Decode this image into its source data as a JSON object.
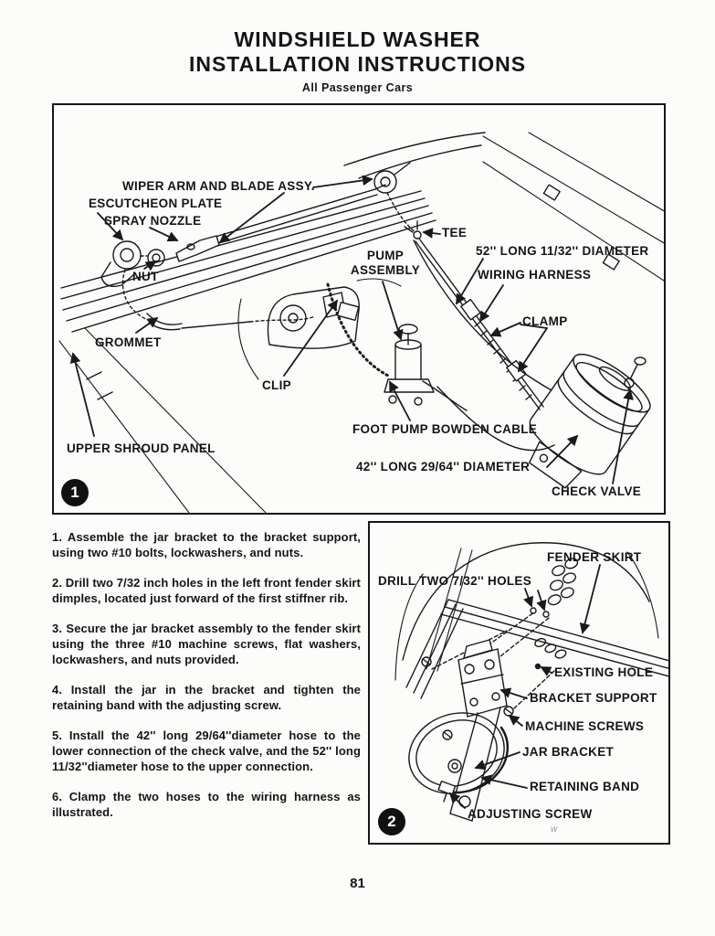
{
  "page": {
    "title1": "WINDSHIELD WASHER",
    "title2": "INSTALLATION INSTRUCTIONS",
    "subtitle": "All Passenger Cars",
    "number": "81"
  },
  "fig1": {
    "badge": "1",
    "labels": {
      "wiper": "WIPER ARM AND BLADE ASSY.",
      "escutcheon": "ESCUTCHEON PLATE",
      "spray_nozzle": "SPRAY NOZZLE",
      "nut": "NUT",
      "tee": "TEE",
      "pump_assembly": "PUMP\nASSEMBLY",
      "hose52": "52'' LONG 11/32'' DIAMETER",
      "wiring_harness": "WIRING HARNESS",
      "clamp": "CLAMP",
      "grommet": "GROMMET",
      "clip": "CLIP",
      "foot_pump": "FOOT PUMP BOWDEN CABLE",
      "hose42": "42'' LONG 29/64'' DIAMETER",
      "check_valve": "CHECK VALVE",
      "upper_shroud": "UPPER SHROUD PANEL"
    }
  },
  "instructions": [
    "1. Assemble the jar bracket to the bracket support, using two #10 bolts, lockwashers, and nuts.",
    "2. Drill two 7/32 inch holes in the left front fender skirt dimples, located just forward of the first stiffner rib.",
    "3. Secure the jar bracket assembly to the fender skirt using the three #10 machine screws, flat washers, lockwashers, and nuts provided.",
    "4. Install the jar in the bracket and tighten the retaining band with the adjusting screw.",
    "5. Install the 42'' long 29/64''diameter hose to the lower connection of the check valve, and the 52'' long 11/32''diameter hose to the upper connection.",
    "6. Clamp the two hoses to the wiring harness as illustrated."
  ],
  "fig2": {
    "badge": "2",
    "watermark": "w",
    "labels": {
      "fender_skirt": "FENDER SKIRT",
      "drill_holes": "DRILL TWO 7/32'' HOLES",
      "existing_hole": "EXISTING HOLE",
      "bracket_support": "BRACKET SUPPORT",
      "machine_screws": "MACHINE SCREWS",
      "jar_bracket": "JAR BRACKET",
      "retaining_band": "RETAINING BAND",
      "adjusting_screw": "ADJUSTING SCREW"
    }
  }
}
